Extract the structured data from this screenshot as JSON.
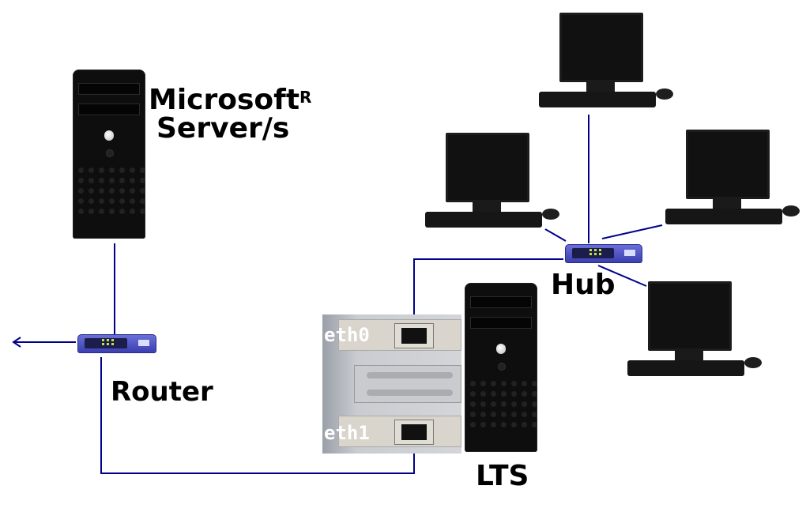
{
  "diagram": {
    "type": "network-topology",
    "line_color": "#00008b",
    "nodes": {
      "server": {
        "label_main": "Microsoft",
        "label_sup": "R",
        "label_second": "Server/s"
      },
      "router": {
        "label": "Router"
      },
      "hub": {
        "label": "Hub"
      },
      "lts": {
        "label": "LTS"
      },
      "nic": {
        "eth0": "eth0",
        "eth1": "eth1"
      },
      "clients": [
        {
          "name": "client-top"
        },
        {
          "name": "client-left"
        },
        {
          "name": "client-right"
        },
        {
          "name": "client-bottom-right"
        }
      ]
    },
    "links": [
      {
        "from": "server",
        "to": "router"
      },
      {
        "from": "router",
        "to": "external",
        "style": "arrow"
      },
      {
        "from": "router",
        "to": "lts.eth1"
      },
      {
        "from": "lts.eth0",
        "to": "hub"
      },
      {
        "from": "hub",
        "to": "client-top"
      },
      {
        "from": "hub",
        "to": "client-left"
      },
      {
        "from": "hub",
        "to": "client-right"
      },
      {
        "from": "hub",
        "to": "client-bottom-right"
      }
    ]
  }
}
